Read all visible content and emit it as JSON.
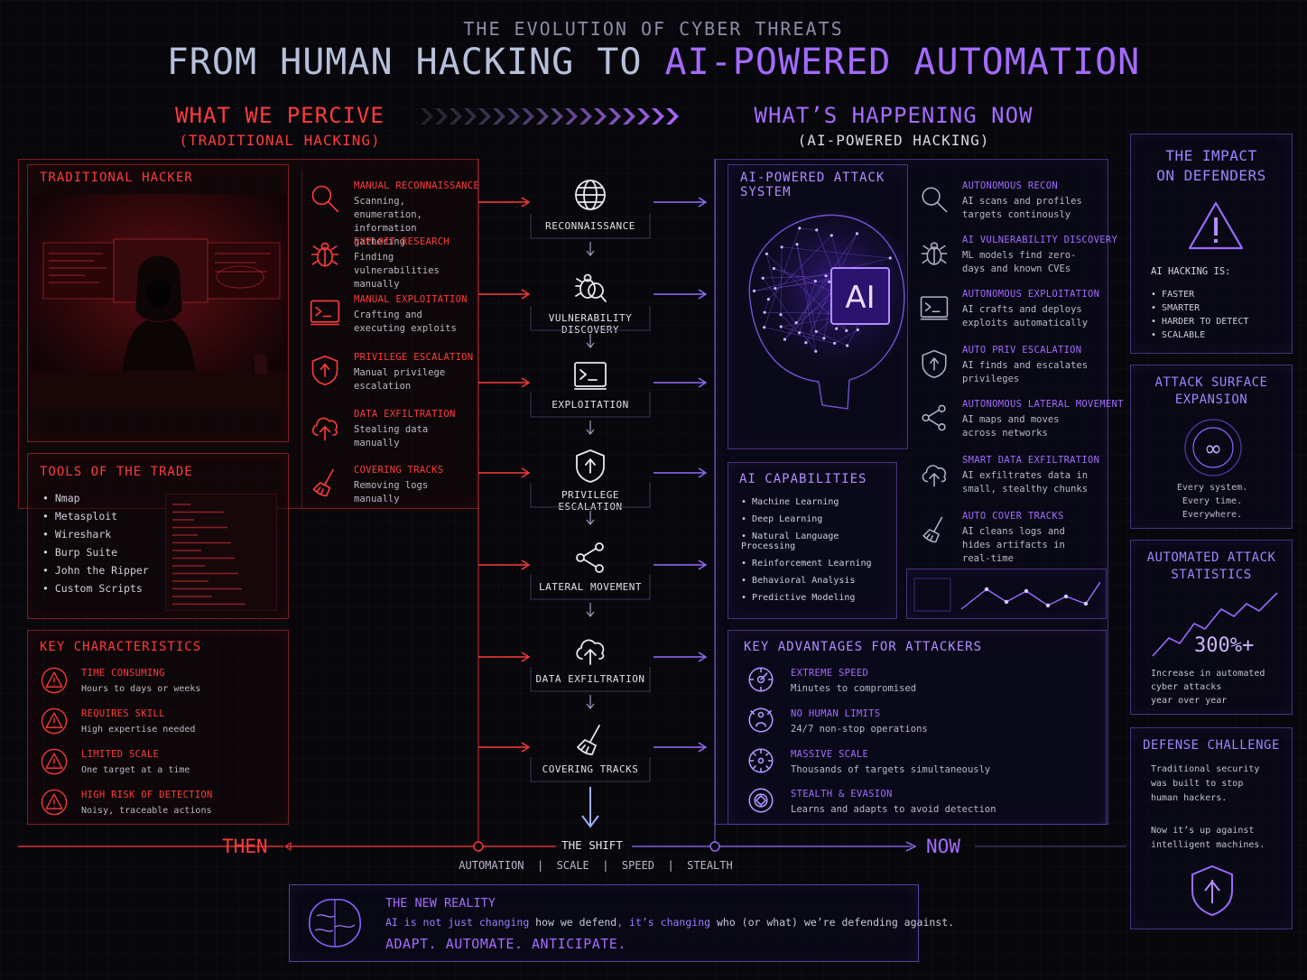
{
  "header": {
    "kicker": "THE EVOLUTION OF CYBER THREATS",
    "title_main": "FROM HUMAN HACKING TO ",
    "title_accent": "AI-POWERED AUTOMATION"
  },
  "left_column": {
    "heading": "WHAT WE PERCIVE",
    "subheading": "(TRADITIONAL HACKING)"
  },
  "right_column": {
    "heading": "WHAT’S HAPPENING NOW",
    "subheading": "(AI-POWERED HACKING)"
  },
  "traditional_hacker": {
    "title": "TRADITIONAL HACKER"
  },
  "manual_steps": [
    {
      "title": "MANUAL RECONNAISSANCE",
      "desc": "Scanning, enumeration, information gathering"
    },
    {
      "title": "EXPLOIT RESEARCH",
      "desc": "Finding vulnerabilities manually"
    },
    {
      "title": "MANUAL EXPLOITATION",
      "desc": "Crafting and executing exploits"
    },
    {
      "title": "PRIVILEGE ESCALATION",
      "desc": "Manual privilege escalation"
    },
    {
      "title": "DATA EXFILTRATION",
      "desc": "Stealing data manually"
    },
    {
      "title": "COVERING TRACKS",
      "desc": "Removing logs manually"
    }
  ],
  "tools": {
    "title": "TOOLS OF THE TRADE",
    "items": [
      "Nmap",
      "Metasploit",
      "Wireshark",
      "Burp Suite",
      "John the Ripper",
      "Custom Scripts"
    ]
  },
  "key_characteristics": {
    "title": "KEY CHARACTERISTICS",
    "items": [
      {
        "title": "TIME CONSUMING",
        "desc": "Hours to days or weeks"
      },
      {
        "title": "REQUIRES SKILL",
        "desc": "High expertise needed"
      },
      {
        "title": "LIMITED SCALE",
        "desc": "One target at a time"
      },
      {
        "title": "HIGH RISK OF DETECTION",
        "desc": "Noisy, traceable actions"
      }
    ]
  },
  "flow": [
    {
      "label": "RECONNAISSANCE",
      "icon": "globe-icon"
    },
    {
      "label": "VULNERABILITY DISCOVERY",
      "icon": "bug-search-icon"
    },
    {
      "label": "EXPLOITATION",
      "icon": "terminal-icon"
    },
    {
      "label": "PRIVILEGE ESCALATION",
      "icon": "shield-icon"
    },
    {
      "label": "LATERAL MOVEMENT",
      "icon": "network-icon"
    },
    {
      "label": "DATA EXFILTRATION",
      "icon": "cloud-upload-icon"
    },
    {
      "label": "COVERING TRACKS",
      "icon": "broom-icon"
    }
  ],
  "ai_system": {
    "title": "AI-POWERED ATTACK SYSTEM",
    "badge": "AI"
  },
  "ai_steps": [
    {
      "title": "AUTONOMOUS RECON",
      "desc": "AI scans and profiles targets continously"
    },
    {
      "title": "AI VULNERABILITY DISCOVERY",
      "desc": "ML models find zero-days and known CVEs"
    },
    {
      "title": "AUTONOMOUS EXPLOITATION",
      "desc": "AI crafts and deploys exploits automatically"
    },
    {
      "title": "AUTO PRIV ESCALATION",
      "desc": "AI finds and escalates privileges"
    },
    {
      "title": "AUTONOMOUS LATERAL MOVEMENT",
      "desc": "AI maps and moves across networks"
    },
    {
      "title": "SMART DATA EXFILTRATION",
      "desc": "AI exfiltrates data in small, stealthy chunks"
    },
    {
      "title": "AUTO COVER TRACKS",
      "desc": "AI cleans logs and hides artifacts in real-time"
    }
  ],
  "ai_capabilities": {
    "title": "AI CAPABILITIES",
    "items": [
      "Machine Learning",
      "Deep Learning",
      "Natural Language Processing",
      "Reinforcement Learning",
      "Behavioral Analysis",
      "Predictive Modeling"
    ]
  },
  "key_advantages": {
    "title": "KEY ADVANTAGES FOR ATTACKERS",
    "items": [
      {
        "title": "EXTREME SPEED",
        "desc": "Minutes to compromised"
      },
      {
        "title": "NO HUMAN LIMITS",
        "desc": "24/7 non-stop operations"
      },
      {
        "title": "MASSIVE SCALE",
        "desc": "Thousands of targets simultaneously"
      },
      {
        "title": "STEALTH & EVASION",
        "desc": "Learns and adapts to avoid detection"
      }
    ]
  },
  "impact": {
    "title_1": "THE IMPACT",
    "title_2": "ON DEFENDERS",
    "lead": "AI HACKING IS:",
    "items": [
      "FASTER",
      "SMARTER",
      "HARDER TO DETECT",
      "SCALABLE"
    ]
  },
  "attack_surface": {
    "title_1": "ATTACK SURFACE",
    "title_2": "EXPANSION",
    "lines": [
      "Every system.",
      "Every time.",
      "Everywhere."
    ]
  },
  "stats": {
    "title_1": "AUTOMATED ATTACK",
    "title_2": "STATISTICS",
    "value": "300%+",
    "desc_lines": [
      "Increase in automated",
      "cyber attacks",
      "year over year"
    ]
  },
  "defense": {
    "title": "DEFENSE CHALLENGE",
    "lines_a": [
      "Traditional security",
      "was built to stop",
      "human hackers."
    ],
    "lines_b": [
      "Now it’s up against",
      "intelligent machines."
    ]
  },
  "timeline": {
    "then": "THEN",
    "now": "NOW",
    "shift": "THE SHIFT",
    "tags": "AUTOMATION  |  SCALE  |  SPEED  |  STEALTH"
  },
  "new_reality": {
    "title": "THE NEW REALITY",
    "line_a": "AI is not just changing ",
    "line_b": "how we defend",
    "line_c": ", it’s changing ",
    "line_d": "who (or what)",
    "line_e": " we’re defending against.",
    "tagline": "ADAPT. AUTOMATE. ANTICIPATE."
  },
  "colors": {
    "red": "#ff3b3b",
    "purple": "#a66bff",
    "background": "#07070c"
  }
}
